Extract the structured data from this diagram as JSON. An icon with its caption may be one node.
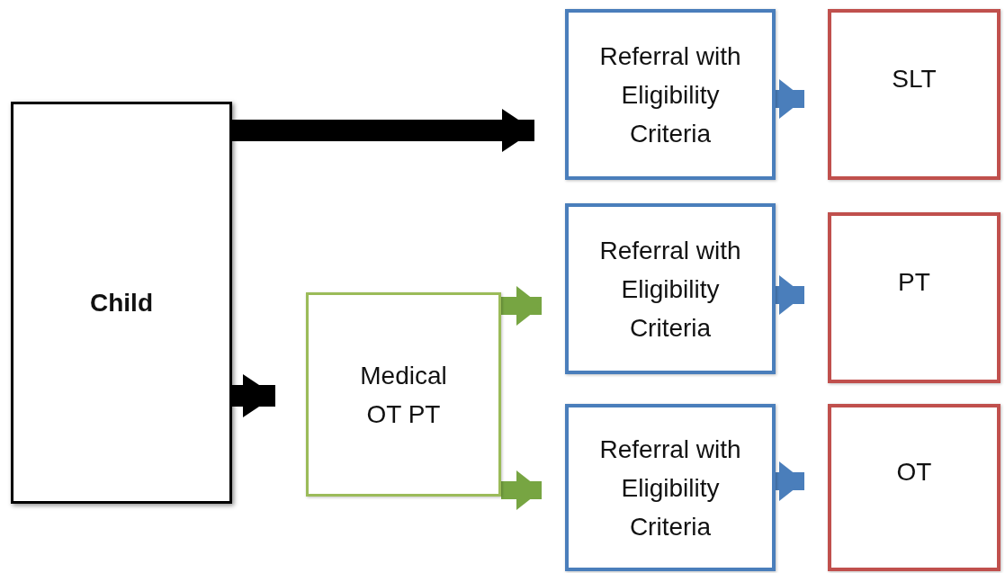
{
  "diagram": {
    "nodes": [
      {
        "text": [
          "Child"
        ]
      },
      {
        "text": [
          "Referral with Eligibility Criteria"
        ]
      },
      {
        "text": [
          "SLT"
        ]
      },
      {
        "text": [
          "Medical OT PT"
        ]
      },
      {
        "text": [
          "Referral with Eligibility Criteria"
        ]
      },
      {
        "text": [
          "PT"
        ]
      },
      {
        "text": [
          "Referral with Eligibility Criteria"
        ]
      },
      {
        "text": [
          "OT"
        ]
      }
    ],
    "edges": [
      {
        "from": 0,
        "to": 1,
        "arrow": "to",
        "color": "#000000"
      },
      {
        "from": 1,
        "to": 2,
        "arrow": "to"
      },
      {
        "from": 0,
        "to": 3,
        "arrow": "to",
        "color": "#000000"
      },
      {
        "from": 3,
        "to": 4,
        "arrow": "to",
        "color": "#77a542"
      },
      {
        "from": 4,
        "to": 5,
        "arrow": "to"
      },
      {
        "from": 3,
        "to": 6,
        "arrow": "to",
        "color": "#77a542"
      },
      {
        "from": 6,
        "to": 7,
        "arrow": "to"
      }
    ]
  }
}
